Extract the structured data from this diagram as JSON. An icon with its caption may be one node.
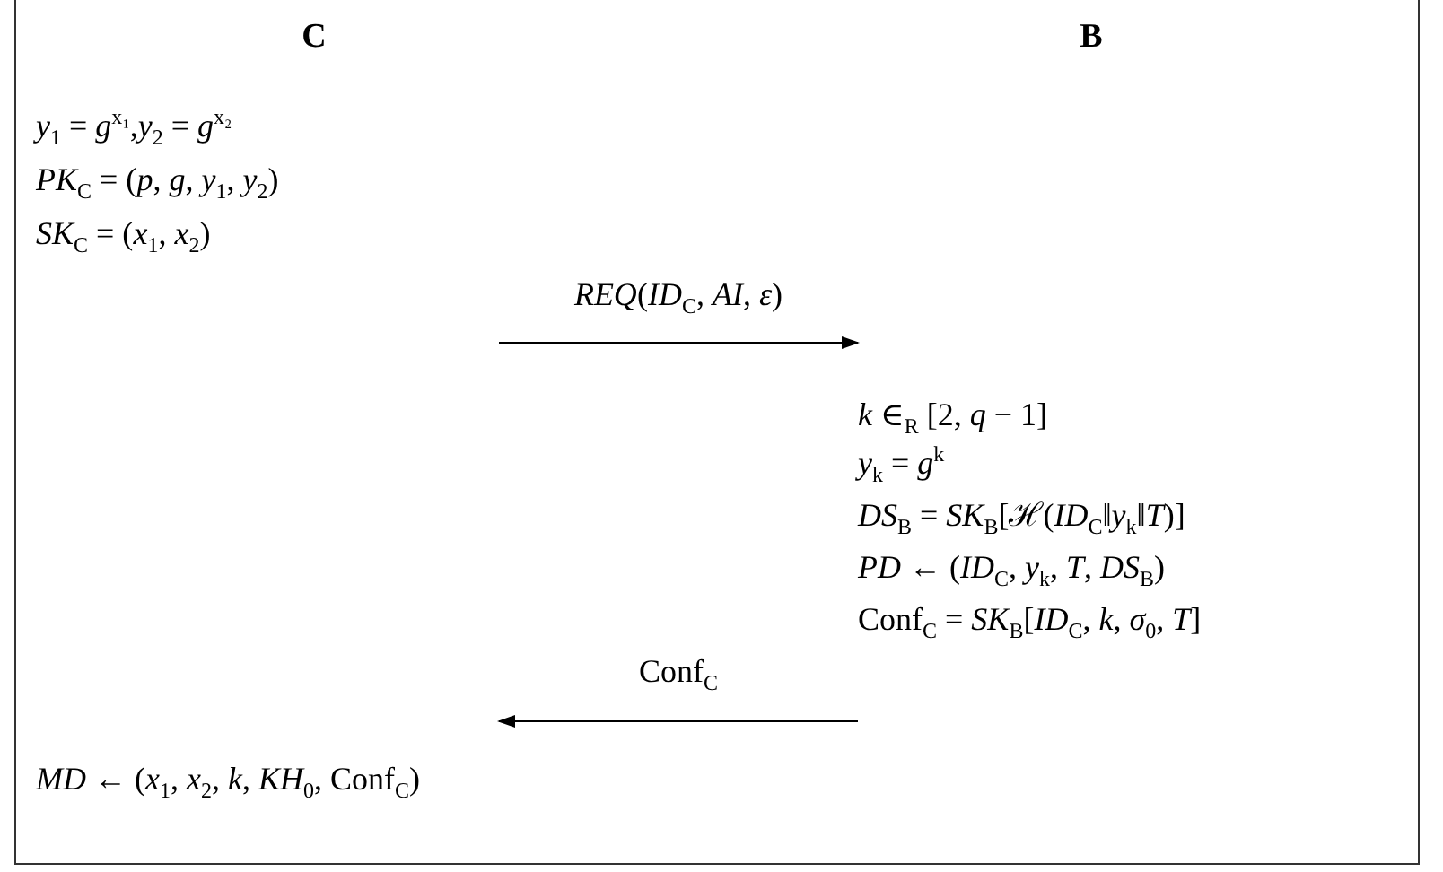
{
  "diagram": {
    "nodes": [
      {
        "text": [
          "C",
          "*y*$_{1}$ = *g*$^{x₁}$,*y*$_{2}$ = *g*$^{x₂}$",
          "*PK*$_{C}$ = (*p*, *g*, *y*$_{1}$, *y*$_{2}$)",
          "*SK*$_{C}$ = (*x*$_{1}$, *x*$_{2}$)",
          "*MD* ← (*x*$_{1}$, *x*$_{2}$, *k*, *KH*$_{0}$, Conf$_{C}$)"
        ]
      },
      {
        "text": [
          "B",
          "*k* ∈$_{R}$ [2, *q* − 1]",
          "*y*$_{k}$ = *g*$^{k}$",
          "*DS*$_{B}$ = *SK*$_{B}$[ℋ(*ID*$_{C}$‖*y*$_{k}$‖*T*)]",
          "*PD* ← (*ID*$_{C}$, *y*$_{k}$, *T*, *DS*$_{B}$)",
          "Conf$_{C}$ = *SK*$_{B}$[*ID*$_{C}$, *k*, *σ*$_{0}$, *T*]"
        ]
      }
    ],
    "edges": [
      {
        "from": 0,
        "to": 1,
        "arrow": "to",
        "label": "*REQ*(*ID*$_{C}$, *AI*, *ε*)"
      },
      {
        "from": 1,
        "to": 0,
        "arrow": "to",
        "label": "Conf$_{C}$"
      }
    ]
  }
}
